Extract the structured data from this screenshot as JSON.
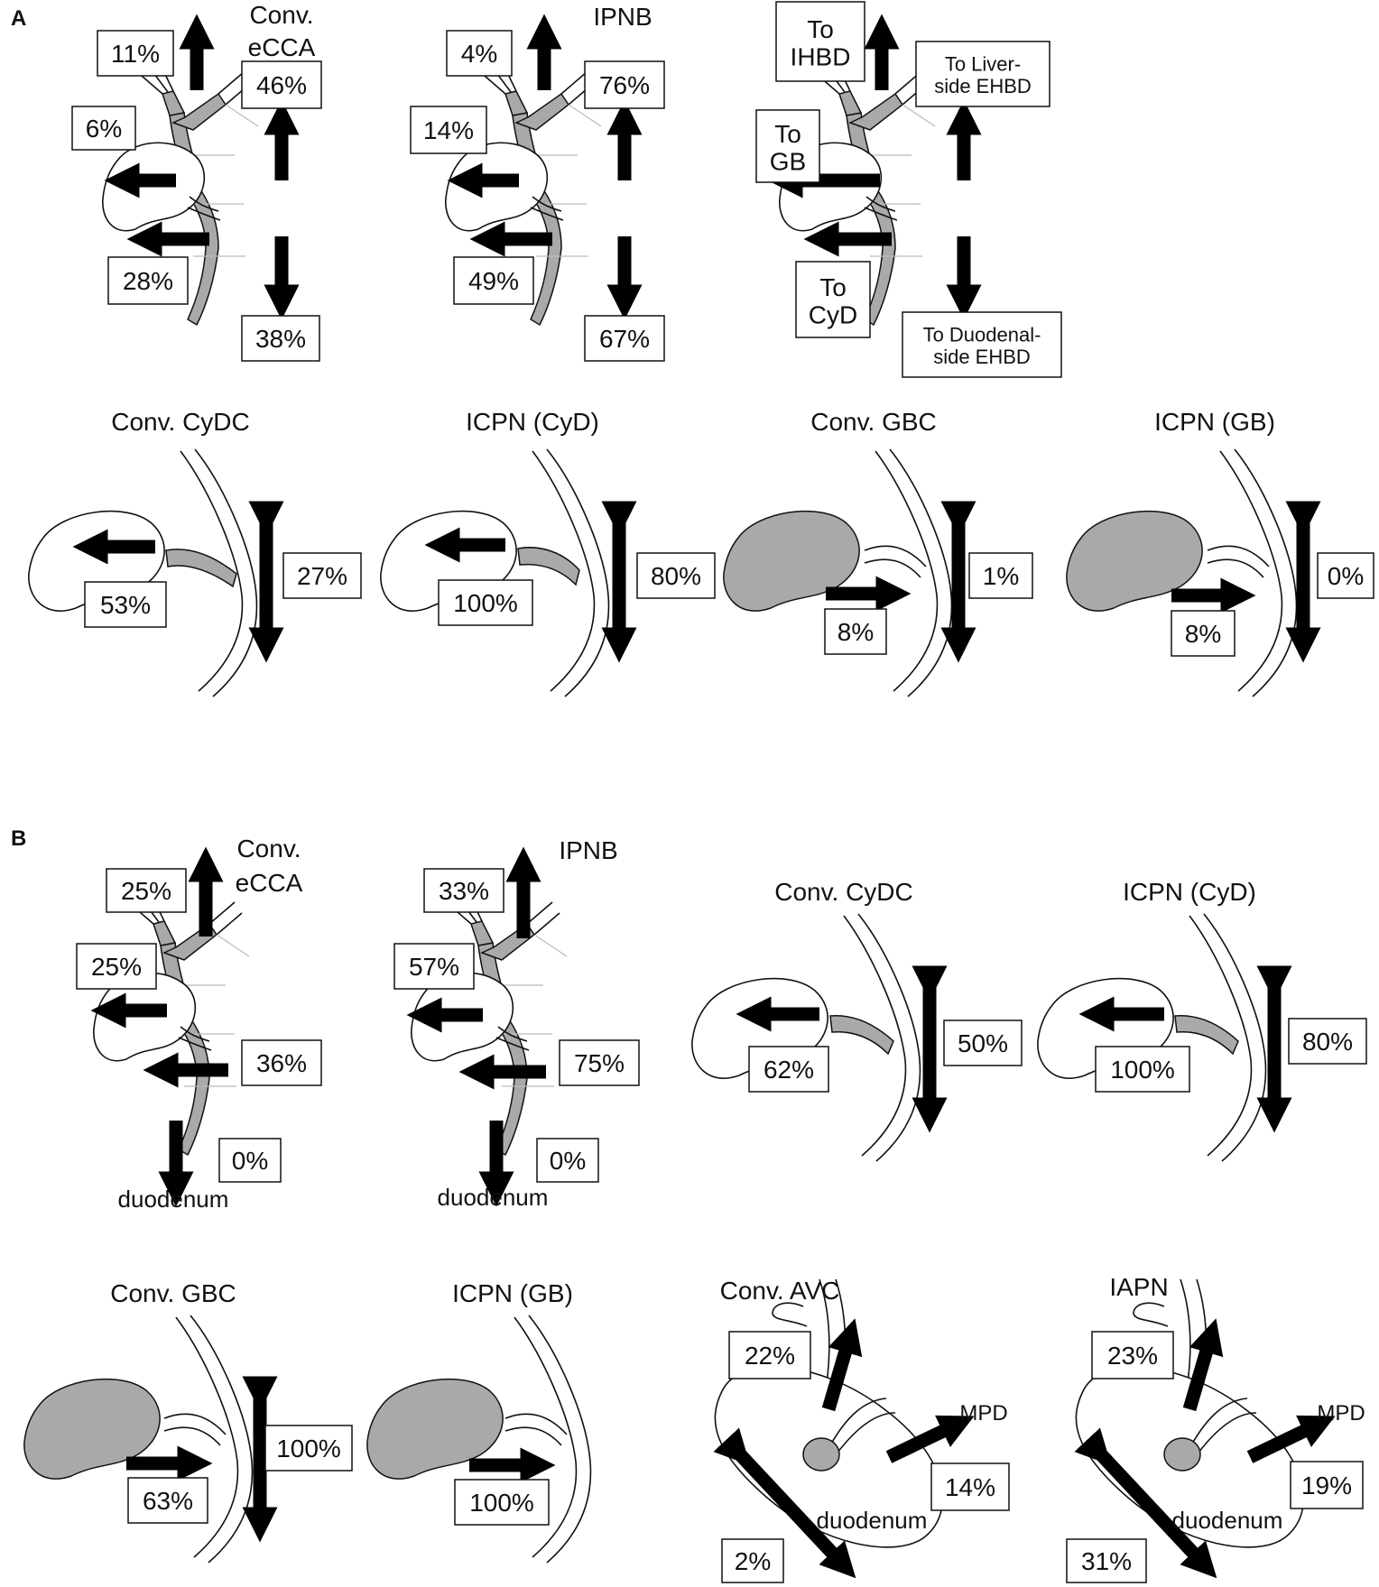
{
  "panelA": {
    "letter": "A",
    "conv_ecca": {
      "title_line1": "Conv.",
      "title_line2": "eCCA",
      "ihbd": "11%",
      "gb": "6%",
      "cyd": "28%",
      "liver": "46%",
      "duod": "38%"
    },
    "ipnb": {
      "title": "IPNB",
      "ihbd": "4%",
      "gb": "14%",
      "cyd": "49%",
      "liver": "76%",
      "duod": "67%"
    },
    "legend": {
      "to_ihbd_1": "To",
      "to_ihbd_2": "IHBD",
      "to_gb_1": "To",
      "to_gb_2": "GB",
      "to_cyd_1": "To",
      "to_cyd_2": "CyD",
      "to_liver_1": "To Liver-",
      "to_liver_2": "side EHBD",
      "to_duod_1": "To Duodenal-",
      "to_duod_2": "side EHBD"
    },
    "conv_cydc": {
      "title": "Conv. CyDC",
      "gb": "53%",
      "ehbd": "27%"
    },
    "icpn_cyd": {
      "title": "ICPN (CyD)",
      "gb": "100%",
      "ehbd": "80%"
    },
    "conv_gbc": {
      "title": "Conv. GBC",
      "cyd": "8%",
      "ehbd": "1%"
    },
    "icpn_gb": {
      "title": "ICPN (GB)",
      "cyd": "8%",
      "ehbd": "0%"
    }
  },
  "panelB": {
    "letter": "B",
    "conv_ecca": {
      "title_line1": "Conv.",
      "title_line2": "eCCA",
      "ihbd": "25%",
      "gb": "25%",
      "cyd": "36%",
      "duod": "0%",
      "duod_label": "duodenum"
    },
    "ipnb": {
      "title": "IPNB",
      "ihbd": "33%",
      "gb": "57%",
      "cyd": "75%",
      "duod": "0%",
      "duod_label": "duodenum"
    },
    "conv_cydc": {
      "title": "Conv. CyDC",
      "gb": "62%",
      "ehbd": "50%"
    },
    "icpn_cyd": {
      "title": "ICPN (CyD)",
      "gb": "100%",
      "ehbd": "80%"
    },
    "conv_gbc": {
      "title": "Conv. GBC",
      "cyd": "63%",
      "ehbd": "100%"
    },
    "icpn_gb": {
      "title": "ICPN (GB)",
      "cyd": "100%"
    },
    "conv_avc": {
      "title": "Conv. AVC",
      "cbd": "22%",
      "mpd_label": "MPD",
      "mpd": "14%",
      "duod_label": "duodenum",
      "duod": "2%"
    },
    "iapn": {
      "title": "IAPN",
      "cbd": "23%",
      "mpd_label": "MPD",
      "mpd": "19%",
      "duod_label": "duodenum",
      "duod": "31%"
    }
  },
  "colors": {
    "tumor_gray": "#a9a9a9",
    "arrow": "#000000",
    "outline": "#111111"
  }
}
